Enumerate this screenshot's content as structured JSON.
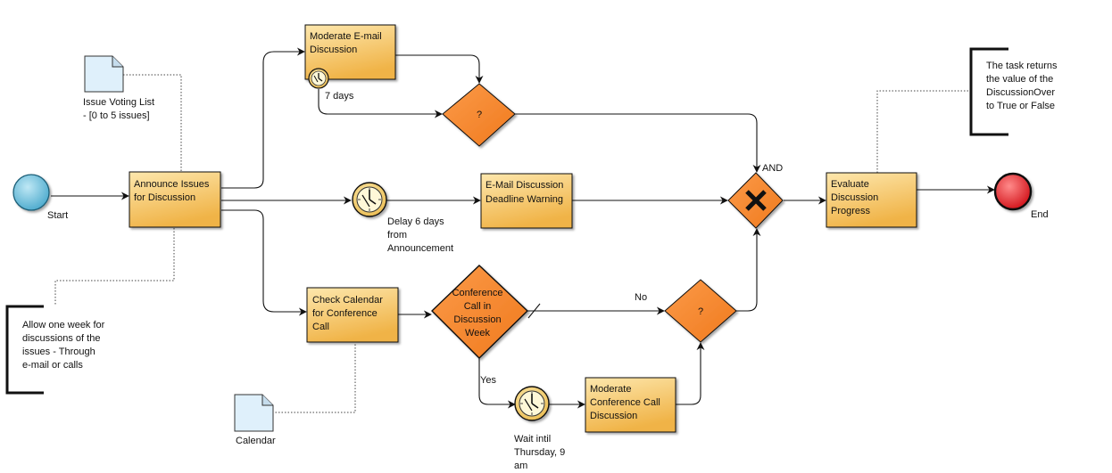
{
  "colors": {
    "task_top": "#fde7ad",
    "task_bottom": "#f0b347",
    "gateway": "#f7882f",
    "start": "#6fc3df",
    "end": "#e8282c"
  },
  "events": {
    "start_label": "Start",
    "end_label": "End"
  },
  "tasks": {
    "announce": [
      "Announce Issues",
      "for Discussion"
    ],
    "moderate_email": [
      "Moderate E-mail",
      "Discussion"
    ],
    "email_warning": [
      "E-Mail Discussion",
      "Deadline Warning"
    ],
    "check_calendar": [
      "Check Calendar",
      "for Conference",
      "Call"
    ],
    "moderate_call": [
      "Moderate",
      "Conference Call",
      "Discussion"
    ],
    "evaluate": [
      "Evaluate",
      "Discussion",
      "Progress"
    ]
  },
  "gateways": {
    "email_or": "?",
    "conference_decision": [
      "Conference",
      "Call in",
      "Discussion",
      "Week"
    ],
    "call_or": "?",
    "and_label": "AND"
  },
  "timers": {
    "email_boundary": "7 days",
    "delay": [
      "Delay 6 days",
      "from",
      "Announcement"
    ],
    "wait": [
      "Wait intil",
      "Thursday, 9",
      "am"
    ]
  },
  "flow_labels": {
    "no": "No",
    "yes": "Yes"
  },
  "artifacts": {
    "issue_list": [
      "Issue Voting List",
      "- [0 to 5 issues]"
    ],
    "calendar": "Calendar"
  },
  "annotations": {
    "week": [
      "Allow one week for",
      "discussions of the",
      "issues - Through",
      "e-mail or calls"
    ],
    "evaluate": [
      "The task returns",
      "the value of the",
      "DiscussionOver",
      "to True or False"
    ]
  }
}
